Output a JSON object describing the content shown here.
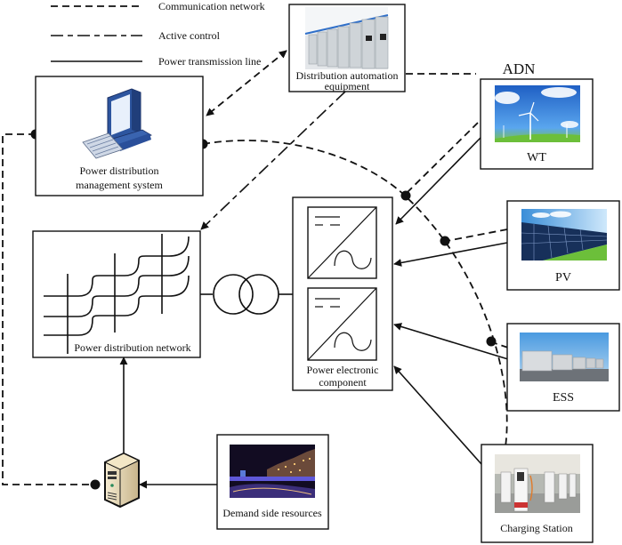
{
  "legend": [
    {
      "style": "communication",
      "label": "Communication network"
    },
    {
      "style": "control",
      "label": "Active control"
    },
    {
      "style": "power",
      "label": "Power transmission line"
    }
  ],
  "region_label": "ADN",
  "nodes": {
    "pdms": {
      "label_lines": [
        "Power distribution",
        "management system"
      ],
      "icon": "desktop-computer-icon"
    },
    "dae": {
      "label_lines": [
        "Distribution automation",
        "equipment"
      ],
      "icon": "switchgear-cabinet-photo"
    },
    "pdn": {
      "label": "Power distribution network",
      "icon": "grid-network-icon"
    },
    "transformer": {
      "icon": "transformer-icon"
    },
    "pec": {
      "label_lines": [
        "Power electronic",
        "component"
      ],
      "icon": "dc-ac-converter-icon"
    },
    "wt": {
      "label": "WT",
      "icon": "wind-turbine-photo"
    },
    "pv": {
      "label": "PV",
      "icon": "solar-panel-photo"
    },
    "ess": {
      "label": "ESS",
      "icon": "energy-storage-photo"
    },
    "cs": {
      "label": "Charging Station",
      "icon": "ev-charger-photo"
    },
    "dsr": {
      "label": "Demand side resources",
      "icon": "city-night-photo"
    },
    "aggregator": {
      "icon": "server-icon"
    }
  },
  "colors": {
    "line": "#111111",
    "sky": "#2f7fd8",
    "grass": "#6cbf3a",
    "computer_blue": "#2a4f9a",
    "night": "#1a1030"
  }
}
